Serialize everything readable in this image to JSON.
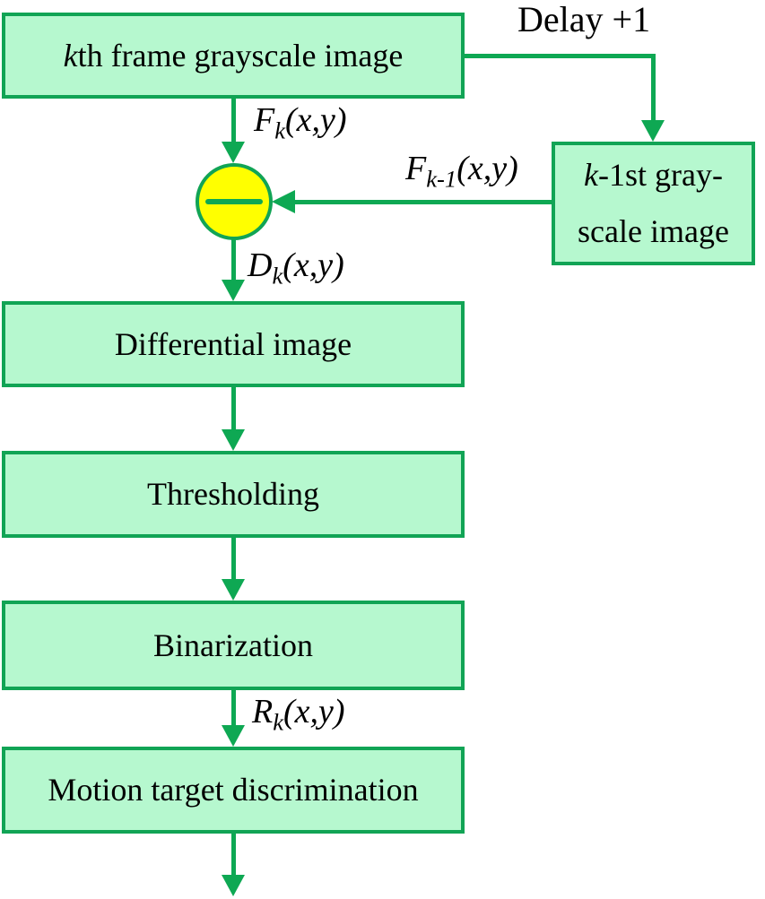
{
  "colors": {
    "box_fill": "#b6f8cf",
    "box_border": "#11a455",
    "arrow": "#0ea853",
    "circle_fill": "#ffff00",
    "text": "#000000"
  },
  "nodes": {
    "frame_k": {
      "prefix_italic": "k",
      "rest": "th frame grayscale image"
    },
    "frame_prev": {
      "line1_italic": "k",
      "line1_rest": "-1st gray-",
      "line2": "scale image"
    },
    "differential": {
      "label": "Differential image"
    },
    "thresholding": {
      "label": "Thresholding"
    },
    "binarization": {
      "label": "Binarization"
    },
    "motion": {
      "label": "Motion target discrimination"
    }
  },
  "labels": {
    "delay": "Delay +1",
    "fk": {
      "base": "F",
      "sub": "k",
      "args": "(x,y)"
    },
    "fk_prev": {
      "base": "F",
      "sub": "k-1",
      "args": "(x,y)"
    },
    "dk": {
      "base": "D",
      "sub": "k",
      "args": "(x,y)"
    },
    "rk": {
      "base": "R",
      "sub": "k",
      "args": "(x,y)"
    }
  },
  "operator": {
    "type": "subtraction",
    "icon": "minus-icon"
  }
}
